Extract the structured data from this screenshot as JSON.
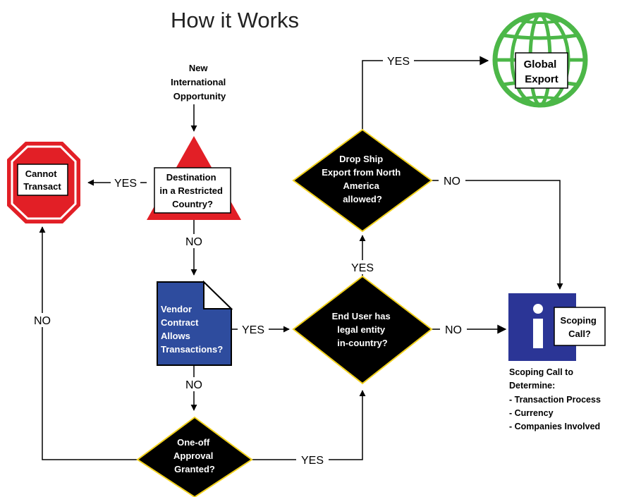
{
  "title": "How it Works",
  "colors": {
    "restricted_triangle": "#e21f26",
    "stop_sign": "#e21f26",
    "contract_doc": "#2e4c9e",
    "decision_diamond": "#000000",
    "diamond_border": "#f3d21d",
    "globe": "#4cb748",
    "info_box": "#2b3596"
  },
  "nodes": {
    "start": [
      "New",
      "International",
      "Opportunity"
    ],
    "restricted_check": [
      "Destination",
      "in a Restricted",
      "Country?"
    ],
    "cannot_transact": [
      "Cannot",
      "Transact"
    ],
    "vendor_contract": [
      "Vendor",
      "Contract",
      "Allows",
      "Transactions?"
    ],
    "one_off": [
      "One-off",
      "Approval",
      "Granted?"
    ],
    "legal_entity": [
      "End User has",
      "legal entity",
      "in-country?"
    ],
    "drop_ship": [
      "Drop Ship",
      "Export from North",
      "America",
      "allowed?"
    ],
    "global_export": [
      "Global",
      "Export"
    ],
    "scoping_call": [
      "Scoping",
      "Call?"
    ],
    "info_icon": "info-icon"
  },
  "edges": {
    "restricted_yes": "YES",
    "restricted_no": "NO",
    "contract_yes": "YES",
    "contract_no": "NO",
    "oneoff_no": "NO",
    "oneoff_yes": "YES",
    "entity_yes": "YES",
    "entity_no": "NO",
    "dropship_yes": "YES",
    "dropship_no": "NO"
  },
  "scoping_note": {
    "lines": [
      "Scoping Call to",
      "Determine:",
      "- Transaction Process",
      "- Currency",
      "- Companies Involved"
    ]
  }
}
